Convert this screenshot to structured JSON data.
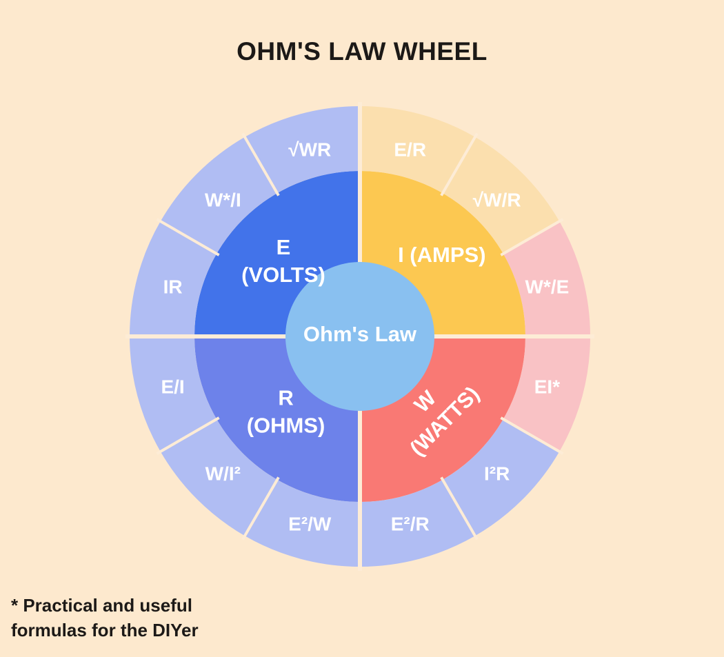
{
  "page": {
    "title": "OHM'S LAW WHEEL",
    "footnote_line1": "* Practical and useful",
    "footnote_line2": "formulas for the DIYer"
  },
  "colors": {
    "background": "#fde9ce",
    "divider": "#fdecd6",
    "center_circle": "#89c0f0",
    "label_text": "#ffffff",
    "heading_text": "#1c1917"
  },
  "wheel": {
    "center_label": "Ohm's Law",
    "quadrants": [
      {
        "id": "volts",
        "lines": [
          "E",
          "(VOLTS)"
        ],
        "color": "#4273ea",
        "start": 270,
        "end": 360,
        "label_angle": 315,
        "label_radius": 157,
        "label_rotate": 0
      },
      {
        "id": "amps",
        "lines": [
          "I (AMPS)"
        ],
        "color": "#fcc851",
        "start": 0,
        "end": 90,
        "label_angle": 45,
        "label_radius": 168,
        "label_rotate": 0
      },
      {
        "id": "watts",
        "lines": [
          "W",
          "(WATTS)"
        ],
        "color": "#f97974",
        "start": 90,
        "end": 180,
        "label_angle": 135,
        "label_radius": 152,
        "label_rotate": -45
      },
      {
        "id": "ohms",
        "lines": [
          "R",
          "(OHMS)"
        ],
        "color": "#6d82ea",
        "start": 180,
        "end": 270,
        "label_angle": 225,
        "label_radius": 152,
        "label_rotate": 0
      }
    ],
    "segments": [
      {
        "id": "e-over-r",
        "label": "E/R",
        "color": "#fbdfae",
        "start": 0,
        "end": 30
      },
      {
        "id": "sqrt-w-r",
        "label": "√W/R",
        "color": "#fbdfae",
        "start": 30,
        "end": 60
      },
      {
        "id": "w-over-e",
        "label": "W*/E",
        "color": "#f9c2c5",
        "start": 60,
        "end": 90
      },
      {
        "id": "ei",
        "label": "EI*",
        "color": "#f9c2c5",
        "start": 90,
        "end": 120
      },
      {
        "id": "i2r",
        "label": "I²R",
        "color": "#b0bdf3",
        "start": 120,
        "end": 150
      },
      {
        "id": "e2-over-r",
        "label": "E²/R",
        "color": "#b0bdf3",
        "start": 150,
        "end": 180
      },
      {
        "id": "e2-over-w",
        "label": "E²/W",
        "color": "#b0bdf3",
        "start": 180,
        "end": 210
      },
      {
        "id": "w-over-i2",
        "label": "W/I²",
        "color": "#b0bdf3",
        "start": 210,
        "end": 240
      },
      {
        "id": "e-over-i",
        "label": "E/I",
        "color": "#b0bdf3",
        "start": 240,
        "end": 270
      },
      {
        "id": "ir",
        "label": "IR",
        "color": "#b0bdf3",
        "start": 270,
        "end": 300
      },
      {
        "id": "w-over-i",
        "label": "W*/I",
        "color": "#b0bdf3",
        "start": 300,
        "end": 330
      },
      {
        "id": "sqrt-wr",
        "label": "√WR",
        "color": "#b0bdf3",
        "start": 330,
        "end": 360
      }
    ]
  }
}
